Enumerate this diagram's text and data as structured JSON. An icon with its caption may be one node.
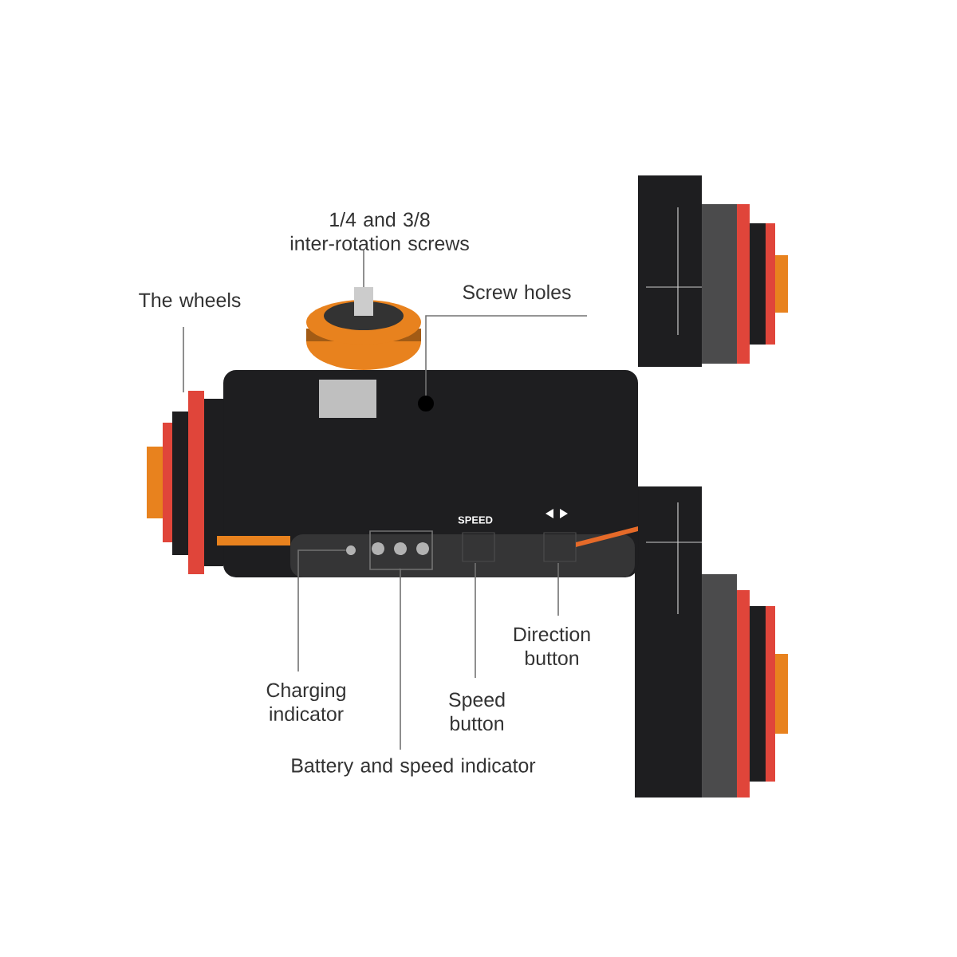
{
  "diagram": {
    "nodes": [
      {
        "text": [
          "1/4 and 3/8 inter-rotation screws"
        ]
      },
      {
        "text": [
          "The wheels"
        ]
      },
      {
        "text": [
          "Screw holes"
        ]
      },
      {
        "text": [
          "Charging indicator"
        ]
      },
      {
        "text": [
          "Speed button"
        ]
      },
      {
        "text": [
          "Direction button"
        ]
      },
      {
        "text": [
          "Battery and speed indicator"
        ]
      },
      {
        "text": [],
        "shape": "circle"
      },
      {
        "text": [],
        "shape": "box"
      }
    ],
    "edges": [
      {
        "from": 0,
        "to": null,
        "arrow": "none"
      },
      {
        "from": 1,
        "to": null,
        "arrow": "none"
      },
      {
        "from": 2,
        "to": null,
        "arrow": "none"
      },
      {
        "from": 3,
        "to": 7,
        "arrow": "none"
      },
      {
        "from": 4,
        "to": null,
        "arrow": "none"
      },
      {
        "from": 5,
        "to": null,
        "arrow": "none"
      },
      {
        "from": 6,
        "to": 8,
        "arrow": "none"
      }
    ],
    "labels": [
      "SPEED"
    ]
  }
}
